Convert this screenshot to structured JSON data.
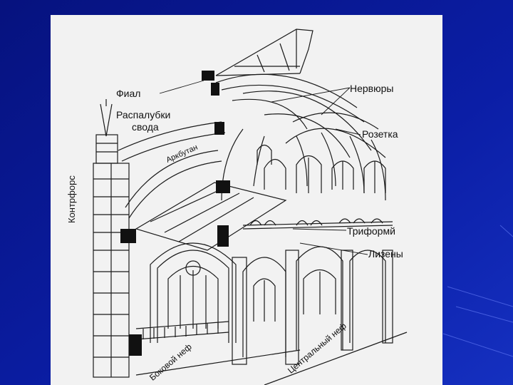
{
  "colors": {
    "slide_background": "#0a1a9a",
    "figure_background": "#f2f2f2",
    "ink": "#111111"
  },
  "diagram": {
    "labels": {
      "fial": "Фиал",
      "raspalubki_line1": "Распалубки",
      "raspalubki_line2": "свода",
      "nervyury": "Нервюры",
      "rozetka": "Розетка",
      "triforiy": "Триформй",
      "lizeny": "Лизены",
      "kontrfors": "Контрфорс",
      "arkbutan": "Аркбутан",
      "bokovoy_nef": "Боковой неф",
      "tsentralny_nef": "Центральный неф"
    }
  }
}
